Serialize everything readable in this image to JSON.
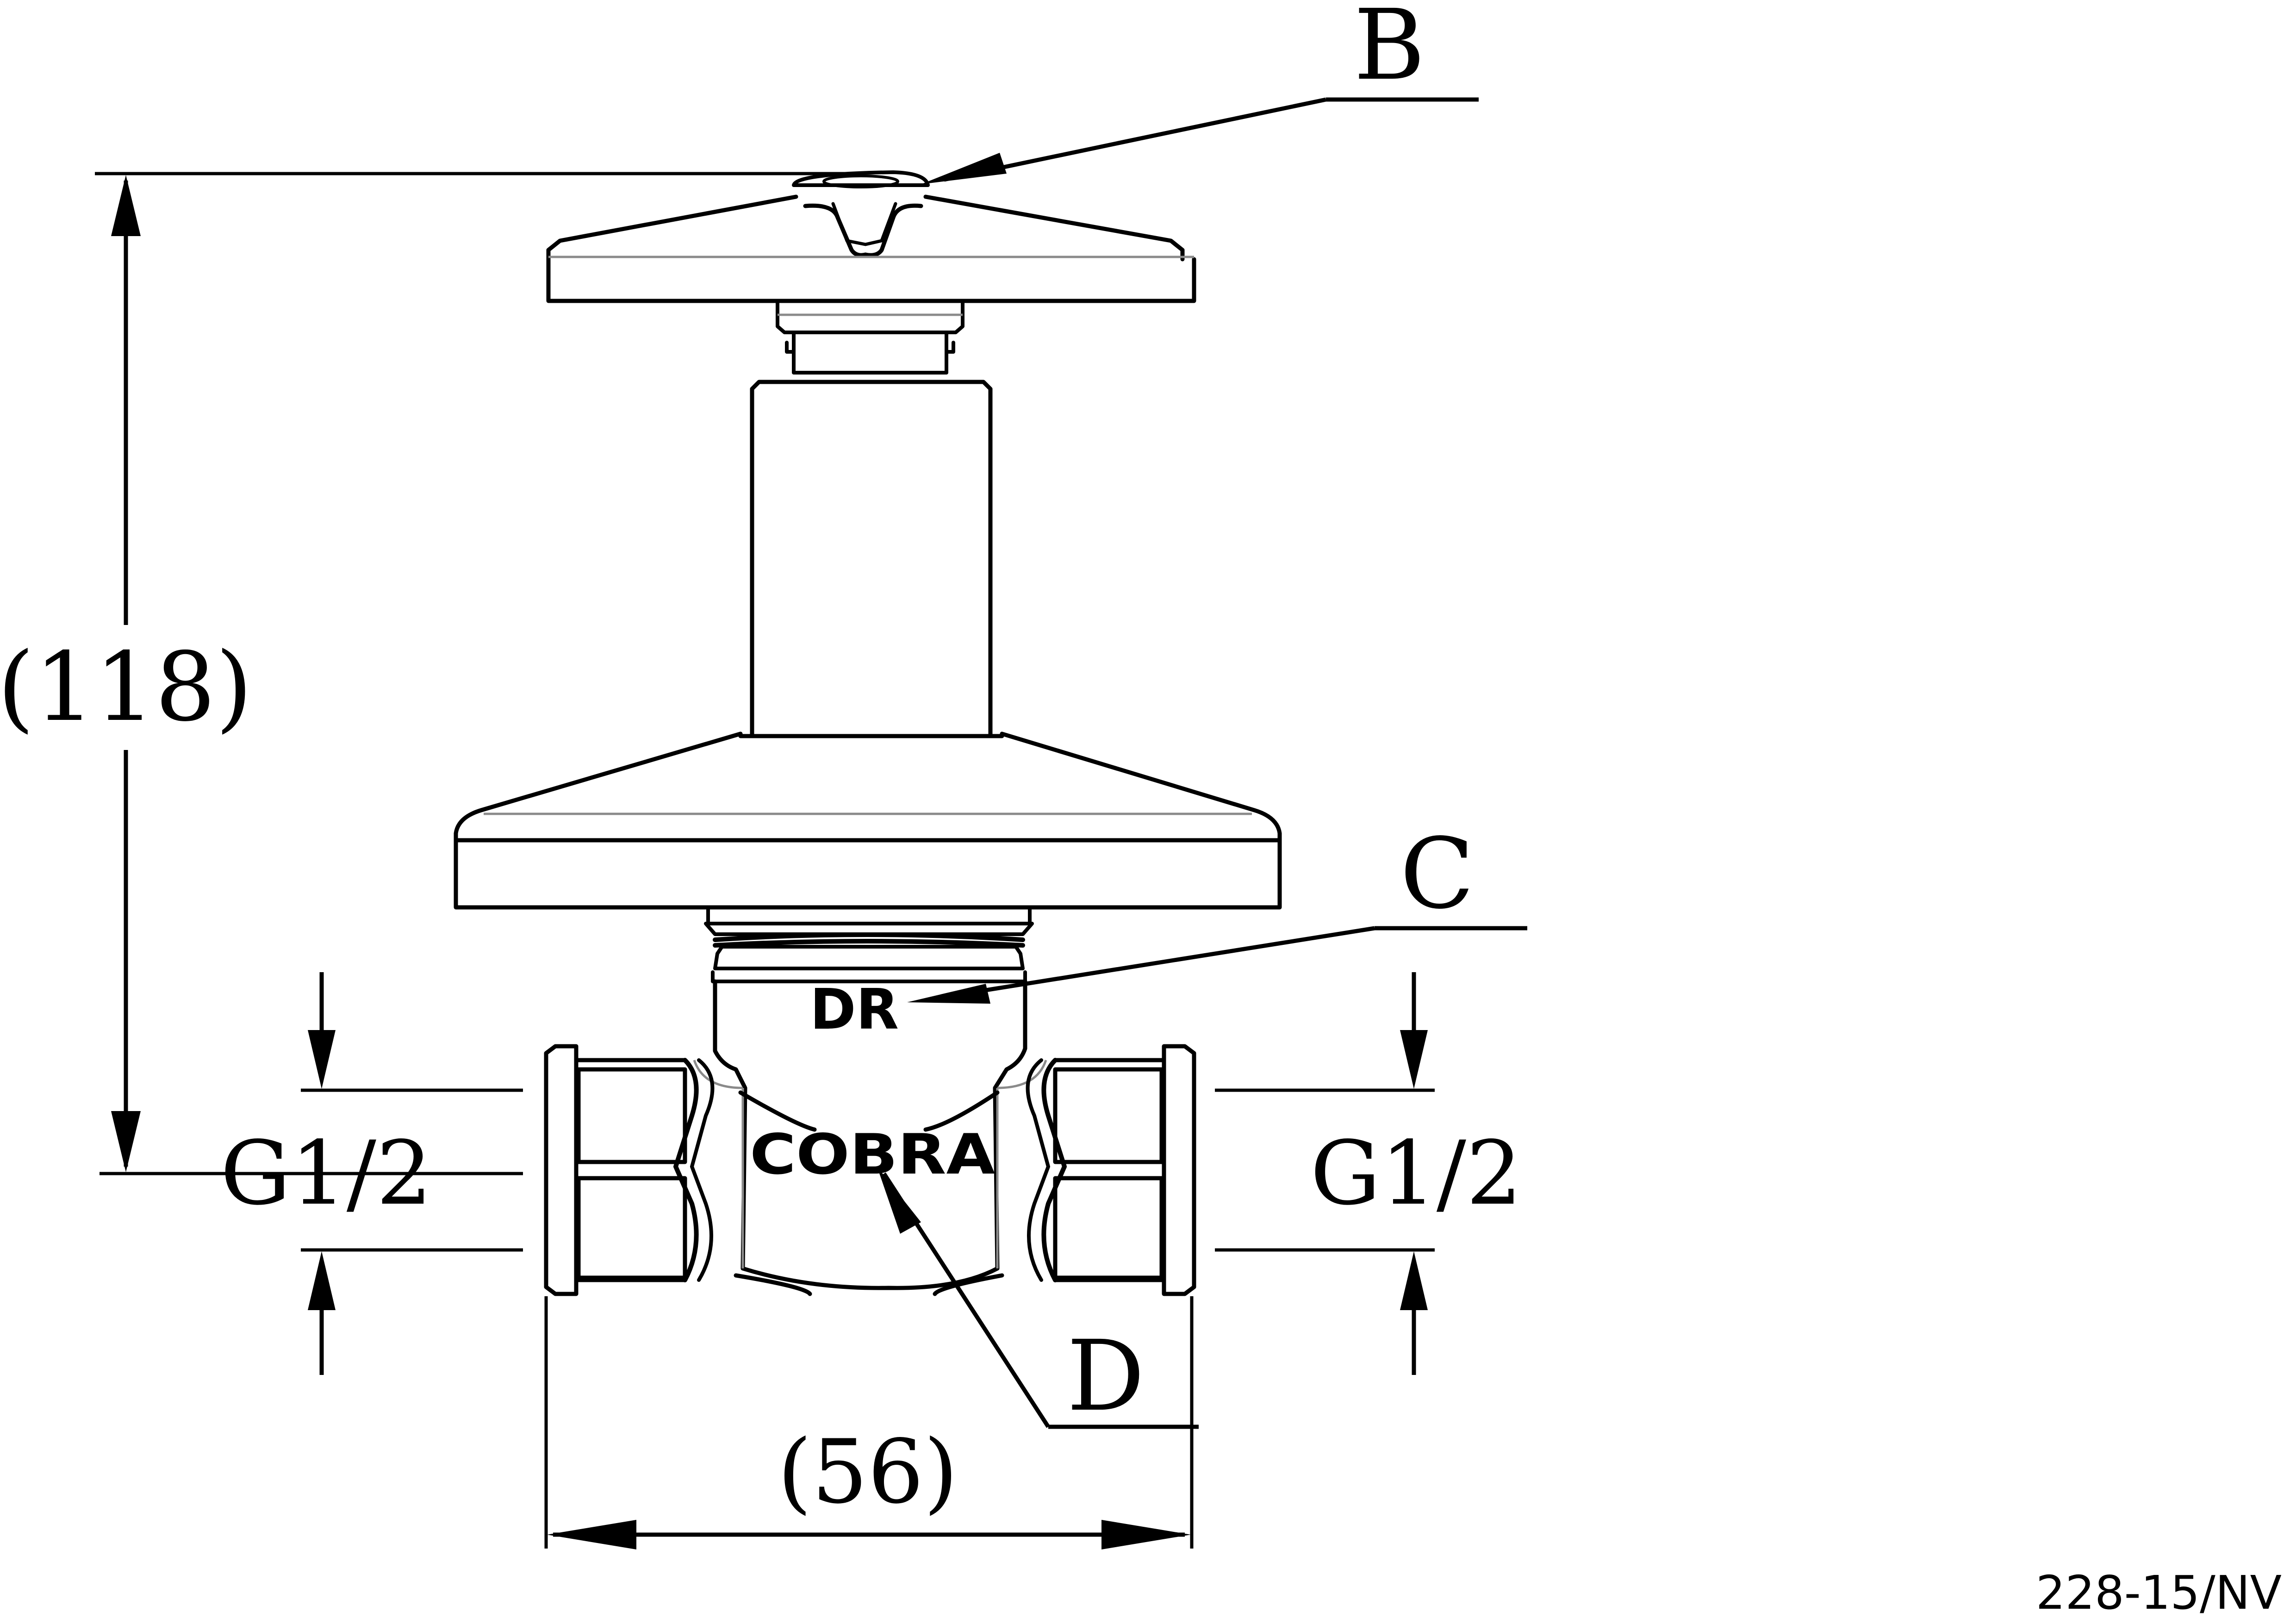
{
  "callouts": {
    "b": "B",
    "c": "C",
    "d": "D"
  },
  "dimensions": {
    "height": "(118)",
    "width": "(56)",
    "thread_left": "G1/2",
    "thread_right": "G1/2"
  },
  "body_markings": {
    "top": "DR",
    "brand": "COBRA"
  },
  "drawing_code": "228-15/NV"
}
